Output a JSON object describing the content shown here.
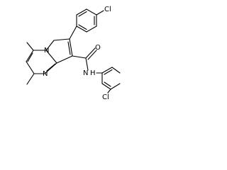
{
  "molecule": {
    "atoms": {
      "cl_top": "Cl",
      "cl_bottom": "Cl",
      "n_bridge": "N",
      "n_ring": "N",
      "n_amide": "N",
      "h_amide": "H",
      "o_carbonyl": "O"
    },
    "colors": {
      "bond": "#000000",
      "text": "#000000",
      "background": "#ffffff"
    }
  }
}
